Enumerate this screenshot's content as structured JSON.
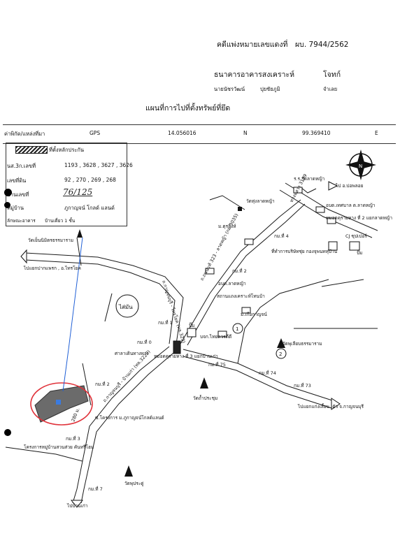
{
  "header": {
    "case_label": "คดีแพ่งหมายเลขแดงที่",
    "case_number": "ผบ. 7944/2562",
    "plaintiff": "ธนาคารอาคารสงเคราะห์",
    "plaintiff_role": "โจทก์",
    "defendant": "นายนัชรวัฒน์",
    "defendant_surname": "ปุยชัยภูมิ",
    "defendant_role": "จำเลย",
    "map_title": "แผนที่การไปที่ตั้งทรัพย์ที่ยึด"
  },
  "coords_row": {
    "label": "ค่าพิกัด/แหล่งที่มา",
    "source": "GPS",
    "lat": "14.056016",
    "n_label": "N",
    "lon": "99.369410",
    "e_label": "E"
  },
  "info_box": {
    "legend_text": "ที่ตั้งหลักประกัน",
    "deed_label": "นส.3ก.เลขที่",
    "deed_value": "1193 , 3628 , 3627 , 3626",
    "land_no_label": "เลขที่ดิน",
    "land_no_value": "92 , 270 , 269 , 268",
    "house_no_label": "บ้านเลขที่",
    "house_no_value": "76/125",
    "village_label": "หมู่บ้าน",
    "village_value": "ภูกาญจน์ โกลด์ แลนด์",
    "building_label": "ลักษณะอาคาร",
    "building_value": "บ้านเดี่ยว 1 ชั้น"
  },
  "map_labels": {
    "school": "ร.ร.วัดลาดหญ้า",
    "to_bor_ploy": "ไป อ.บ่อพลอย",
    "wat_thung_lat_ya": "วัดทุ่งลาดหญ้า",
    "district_office": "อบต.เทศบาล ต.ลาดหญ้า",
    "village_head_2": "หมอดคุรายหาง ที่ 2 แยกลาดหญ้า",
    "highway_3199": "ทางหลวง 3199",
    "cj_super": "CJ ซุปเปอร์",
    "pump_1": "ปั๊ม",
    "police": "ม.ตุรสิงห์",
    "km4": "กม.ที่ 4",
    "military_post": "ที่ทำการบริษัทชุ่ย กองจุพนทหุ่บ้าน",
    "wat_pen_nimit": "วัดเย็นนิมิตรธรรมาราม",
    "to_pak_phraek": "ไปแยกปากแพรก , อ.ไทรโยค",
    "road_323": "ถ.ถนนแท้ 323 - ลาดหญ้า (กม.3035)",
    "km2": "กม.ที่ 2",
    "tambon_office": "อบต.ลาดหญ้า",
    "health_station": "สถานแถงเคราะห์โทนบ้า",
    "saiyon": "ไส่มัน",
    "road_kanchana": "ถ.กาญจนบุรี - ไทรโยค (ทล.323)",
    "km1": "กม.ที่ 1",
    "wat_kiri": "ม.เกือกาญจน์",
    "pump_2": "ปั๊ม",
    "ptt": "บจก.ไทยควรดีดี",
    "wat_phuchaloen": "วัดพุเลียบธรรมาราม",
    "km0": "กม.ที่ 0",
    "sala": "ศาลาเดินทางทาง",
    "police_post_3": "หมอดคุรายหาง ที่ 3 แยกบ้านเก่า",
    "km75": "กม.ที่ 75",
    "km74": "กม.ที่ 74",
    "km73": "กม.ที่ 73",
    "km2b": "กม.ที่ 2",
    "road_baan_kao": "ถ.กาญจนบุรี - บ้านเก่า (ทล.3229)",
    "wat_tham_prachum": "วัดถ้ำประชุม",
    "project_gold_land": "ซ.โครงการ ม.ภูกาญจน์โกลด์แลนด์",
    "distance": "280 ม.",
    "km3": "กม.ที่ 3",
    "project_village": "โครงการหมู่บ้านสวนส่วย คันทรีโฮม",
    "wat_pracha": "วัดพุประดู่",
    "km7": "กม.ที่ 7",
    "to_baan_kao": "ไปบ้านเก่า",
    "to_kaeng_sian": "ไปแยกแก่งเสี้ยน ,ตัว จ.กาญจนบุรี",
    "num_1": "1",
    "num_2": "2",
    "compass_n": "N"
  },
  "colors": {
    "ink": "#1a1a1a",
    "route": "#1f5fd6",
    "collateral_outline": "#e0323a",
    "collateral_fill": "#6b6b6b"
  }
}
